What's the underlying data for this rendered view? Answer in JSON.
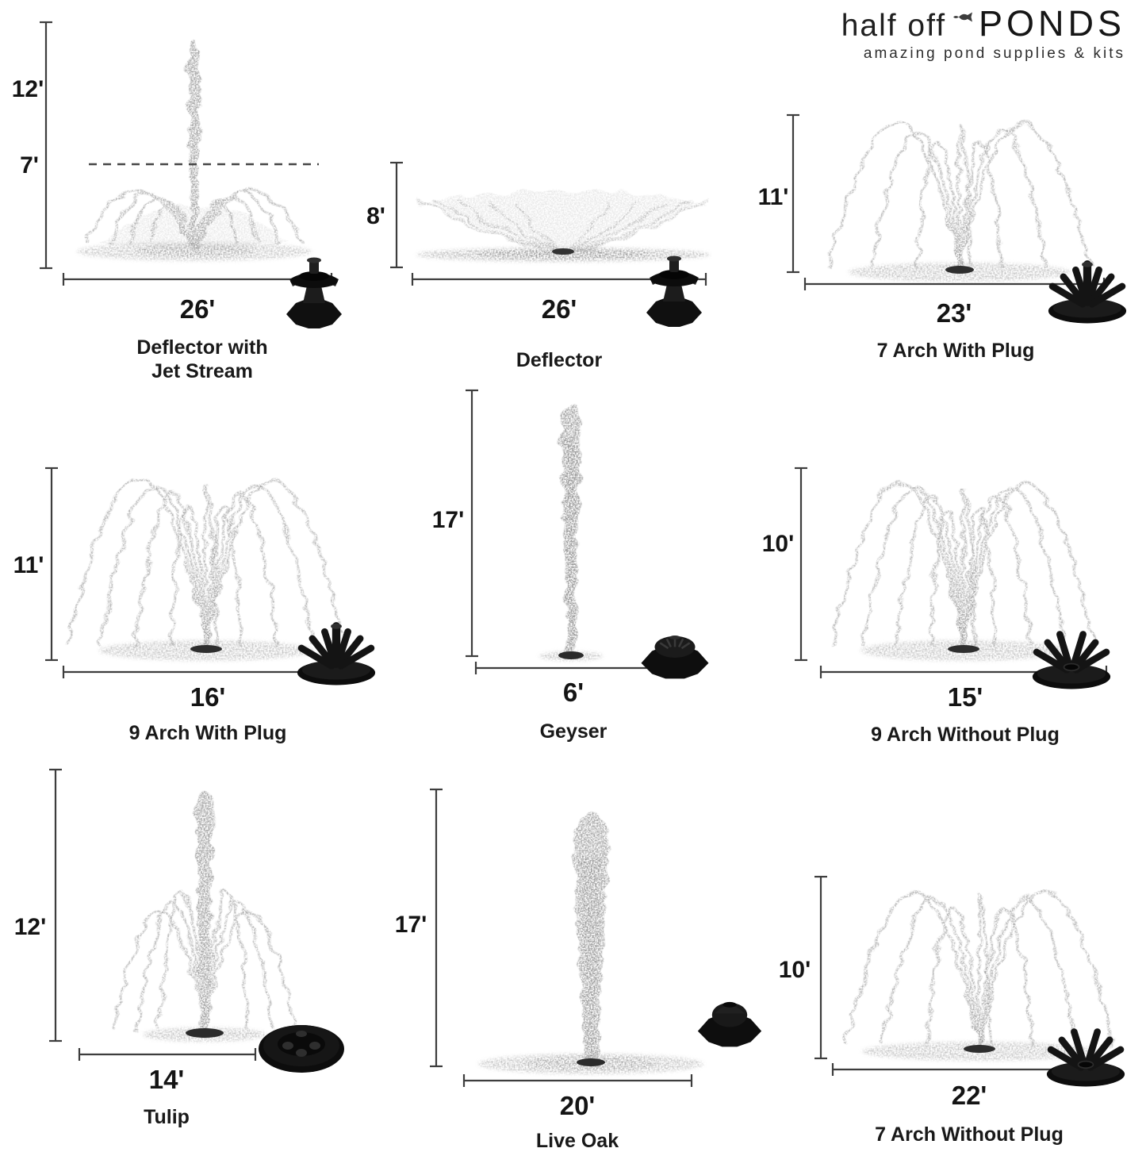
{
  "logo": {
    "brand_light": "half off",
    "brand_bold": "PONDS",
    "tagline": "amazing pond supplies & kits",
    "fish_icon": "fish-icon"
  },
  "colors": {
    "ink": "#161616",
    "spray_gray": "#a8a8a8",
    "nozzle_black": "#111111"
  },
  "cells": [
    {
      "name": "deflector-with-jet-stream",
      "caption_lines": [
        "Deflector with",
        "Jet Stream"
      ],
      "height_labels": [
        "12'",
        "7'"
      ],
      "width_label": "26'",
      "nozzle_icon": "deflector-nozzle"
    },
    {
      "name": "deflector",
      "caption_lines": [
        "Deflector"
      ],
      "height_labels": [
        "8'"
      ],
      "width_label": "26'",
      "nozzle_icon": "deflector-nozzle"
    },
    {
      "name": "7-arch-with-plug",
      "caption_lines": [
        "7 Arch With Plug"
      ],
      "height_labels": [
        "11'"
      ],
      "width_label": "23'",
      "nozzle_icon": "arch-nozzle-with-plug"
    },
    {
      "name": "9-arch-with-plug",
      "caption_lines": [
        "9 Arch With Plug"
      ],
      "height_labels": [
        "11'"
      ],
      "width_label": "16'",
      "nozzle_icon": "arch-nozzle-with-plug"
    },
    {
      "name": "geyser",
      "caption_lines": [
        "Geyser"
      ],
      "height_labels": [
        "17'"
      ],
      "width_label": "6'",
      "nozzle_icon": "geyser-nozzle"
    },
    {
      "name": "9-arch-without-plug",
      "caption_lines": [
        "9 Arch Without Plug"
      ],
      "height_labels": [
        "10'"
      ],
      "width_label": "15'",
      "nozzle_icon": "arch-nozzle-without-plug"
    },
    {
      "name": "tulip",
      "caption_lines": [
        "Tulip"
      ],
      "height_labels": [
        "12'"
      ],
      "width_label": "14'",
      "nozzle_icon": "tulip-nozzle"
    },
    {
      "name": "live-oak",
      "caption_lines": [
        "Live Oak"
      ],
      "height_labels": [
        "17'"
      ],
      "width_label": "20'",
      "nozzle_icon": "live-oak-nozzle"
    },
    {
      "name": "7-arch-without-plug",
      "caption_lines": [
        "7 Arch Without Plug"
      ],
      "height_labels": [
        "10'"
      ],
      "width_label": "22'",
      "nozzle_icon": "arch-nozzle-without-plug"
    }
  ]
}
